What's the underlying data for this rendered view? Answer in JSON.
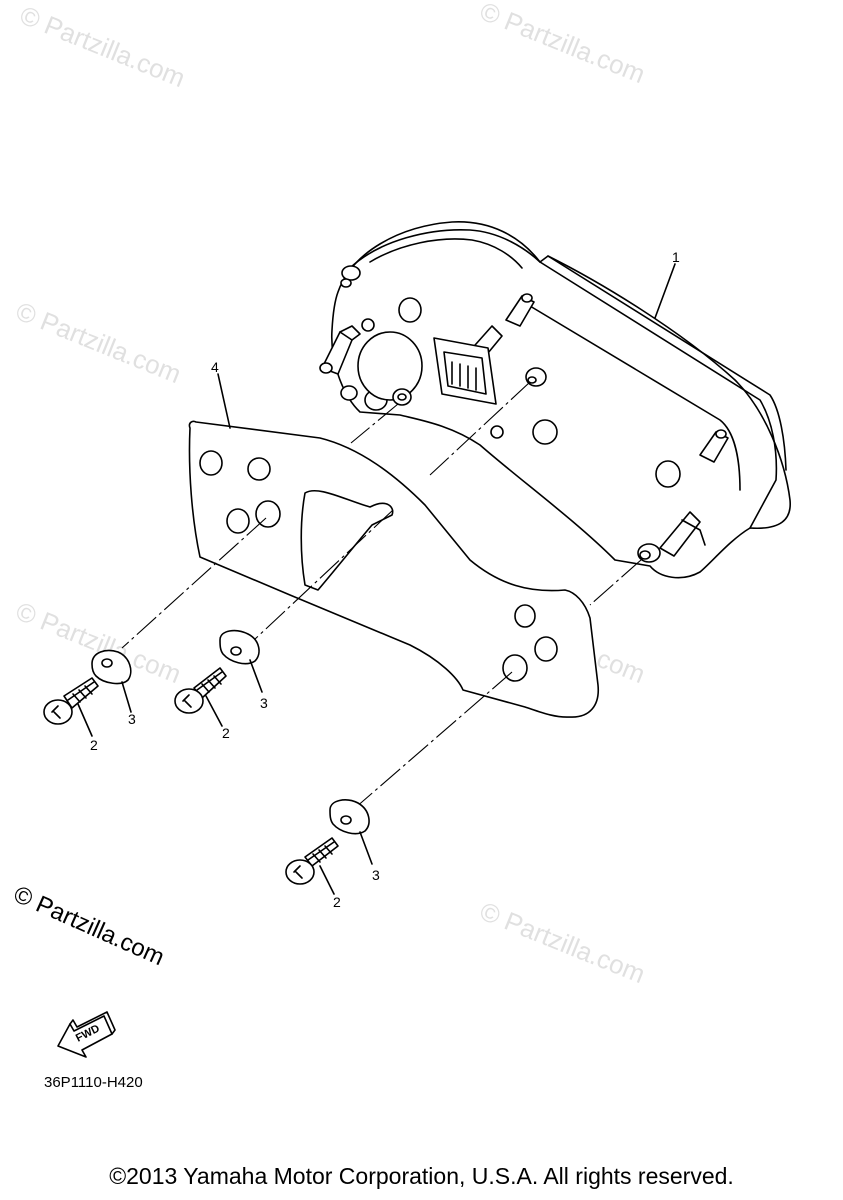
{
  "callouts": {
    "c1": "1",
    "c4": "4",
    "c3a": "3",
    "c3b": "3",
    "c3c": "3",
    "c2a": "2",
    "c2b": "2",
    "c2c": "2"
  },
  "fwd_arrow": {
    "label": "FWD",
    "icon": "fwd-arrow-icon"
  },
  "watermark": {
    "main": "© Partzilla.com",
    "faint": "© Partzilla.com"
  },
  "part_code": "36P1110-H420",
  "copyright": "©2013 Yamaha Motor Corporation, U.S.A. All rights reserved.",
  "colors": {
    "line": "#000000",
    "watermark": "#c8c8c8",
    "background": "#ffffff"
  }
}
